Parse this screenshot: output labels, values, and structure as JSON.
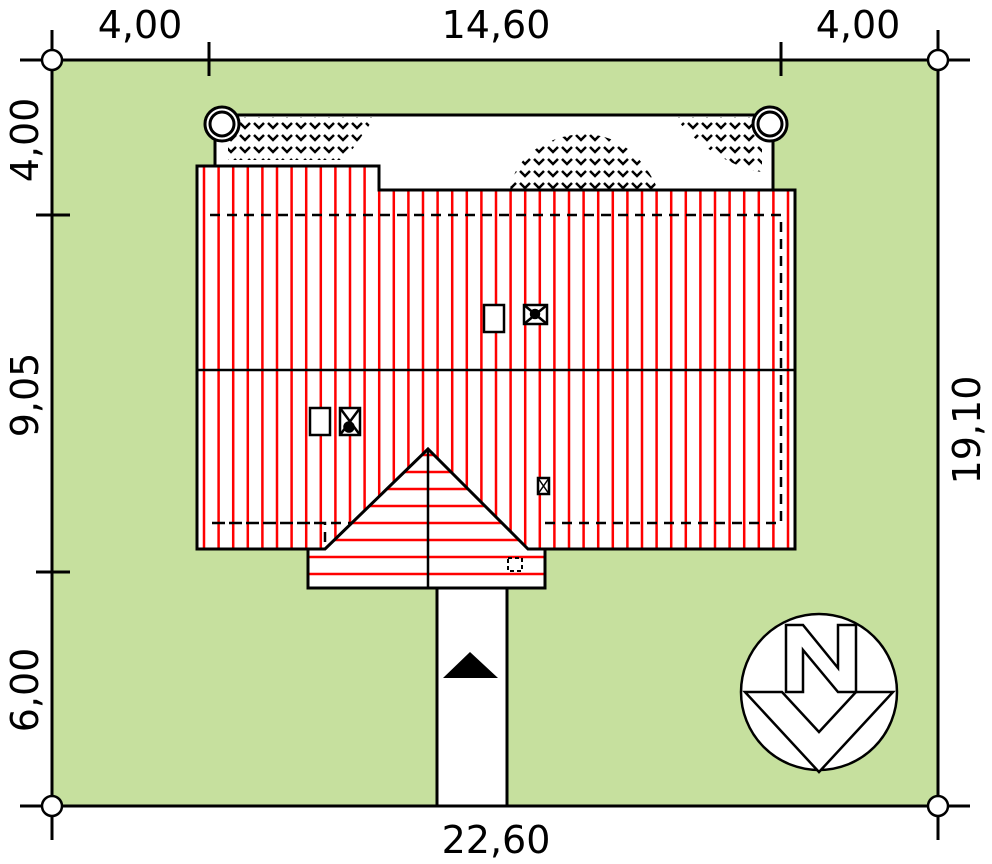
{
  "dimensions": {
    "top_left": "4,00",
    "top_middle": "14,60",
    "top_right": "4,00",
    "left_top": "4,00",
    "left_middle": "9,05",
    "left_bottom": "6,00",
    "right": "19,10",
    "bottom": "22,60"
  },
  "compass": {
    "letter": "N"
  },
  "colors": {
    "lot": "#c6e09e",
    "roof_lines": "#ff0000",
    "outline": "#000000"
  }
}
